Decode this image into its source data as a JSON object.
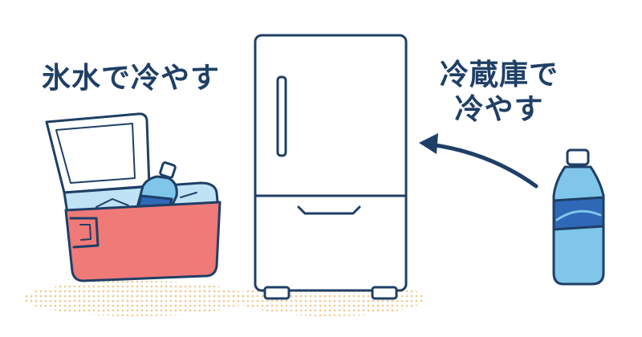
{
  "labels": {
    "ice_water": "氷水で冷やす",
    "fridge_line1": "冷蔵庫で",
    "fridge_line2": "冷やす"
  },
  "colors": {
    "ink": "#1f3f66",
    "cooler_body": "#f07a78",
    "cooler_lid": "#ffffff",
    "ice": "#bfe3f5",
    "bottle_water": "#7fc6ea",
    "bottle_label": "#2f68b7",
    "bottle_cap": "#ffffff",
    "fridge": "#ffffff",
    "shadow_dots": "#f0c78c",
    "arrow": "#1f3f66"
  },
  "icons": {
    "cooler": "cooler-box-icon",
    "fridge": "refrigerator-icon",
    "bottle": "plastic-bottle-icon",
    "arrow": "curved-arrow-icon"
  }
}
